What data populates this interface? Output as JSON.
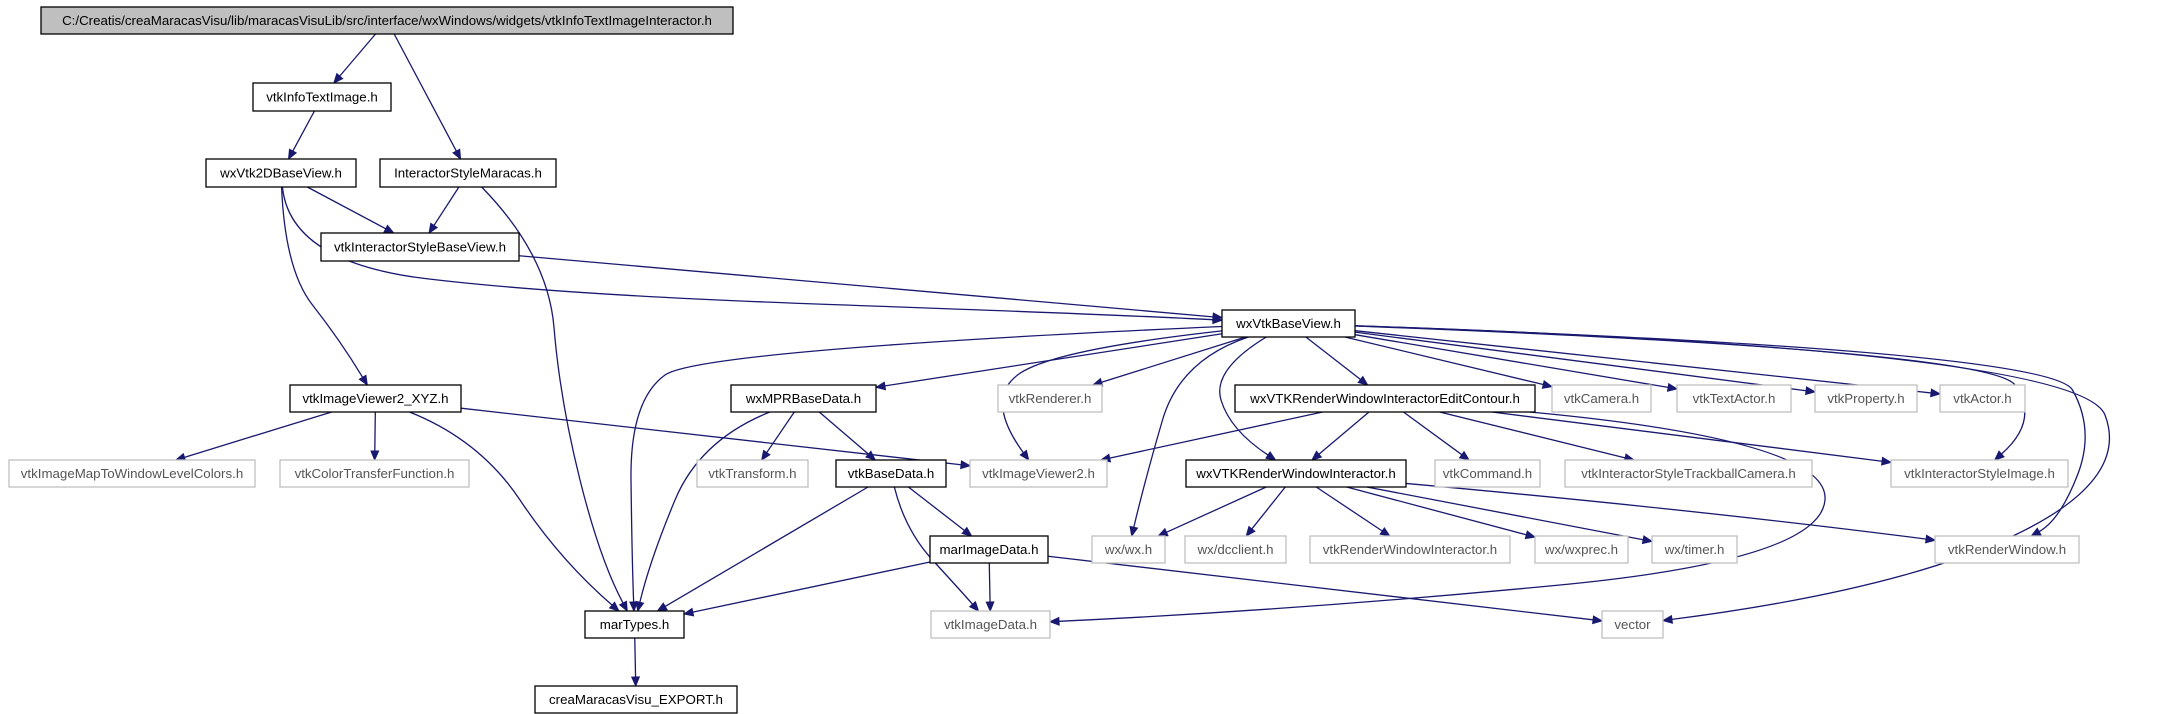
{
  "colors": {
    "edge": "#191970",
    "root_fill": "#bfbfbf",
    "root_stroke": "#000000",
    "local_stroke": "#000000",
    "external_stroke": "#bfbfbf",
    "local_text": "#000000",
    "external_text": "#555555"
  },
  "nodes": [
    {
      "id": "root",
      "label": "C:/Creatis/creaMaracasVisu/lib/maracasVisuLib/src/interface/wxWindows/widgets/vtkInfoTextImageInteractor.h",
      "kind": "root"
    },
    {
      "id": "vtkInfoTextImage",
      "label": "vtkInfoTextImage.h",
      "kind": "local"
    },
    {
      "id": "wxVtk2DBaseView",
      "label": "wxVtk2DBaseView.h",
      "kind": "local"
    },
    {
      "id": "InteractorStyleMaracas",
      "label": "InteractorStyleMaracas.h",
      "kind": "local"
    },
    {
      "id": "vtkInteractorStyleBaseView",
      "label": "vtkInteractorStyleBaseView.h",
      "kind": "local"
    },
    {
      "id": "wxVtkBaseView",
      "label": "wxVtkBaseView.h",
      "kind": "local"
    },
    {
      "id": "vtkImageViewer2_XYZ",
      "label": "vtkImageViewer2_XYZ.h",
      "kind": "local"
    },
    {
      "id": "wxMPRBaseData",
      "label": "wxMPRBaseData.h",
      "kind": "local"
    },
    {
      "id": "vtkRenderer",
      "label": "vtkRenderer.h",
      "kind": "external"
    },
    {
      "id": "wxVTKRenderWindowInteractorEditContour",
      "label": "wxVTKRenderWindowInteractorEditContour.h",
      "kind": "local"
    },
    {
      "id": "vtkCamera",
      "label": "vtkCamera.h",
      "kind": "external"
    },
    {
      "id": "vtkTextActor",
      "label": "vtkTextActor.h",
      "kind": "external"
    },
    {
      "id": "vtkProperty",
      "label": "vtkProperty.h",
      "kind": "external"
    },
    {
      "id": "vtkActor",
      "label": "vtkActor.h",
      "kind": "external"
    },
    {
      "id": "vtkImageMapToWindowLevelColors",
      "label": "vtkImageMapToWindowLevelColors.h",
      "kind": "external"
    },
    {
      "id": "vtkColorTransferFunction",
      "label": "vtkColorTransferFunction.h",
      "kind": "external"
    },
    {
      "id": "vtkTransform",
      "label": "vtkTransform.h",
      "kind": "external"
    },
    {
      "id": "vtkBaseData",
      "label": "vtkBaseData.h",
      "kind": "local"
    },
    {
      "id": "vtkImageViewer2",
      "label": "vtkImageViewer2.h",
      "kind": "external"
    },
    {
      "id": "wxVTKRenderWindowInteractor",
      "label": "wxVTKRenderWindowInteractor.h",
      "kind": "local"
    },
    {
      "id": "vtkCommand",
      "label": "vtkCommand.h",
      "kind": "external"
    },
    {
      "id": "vtkInteractorStyleTrackballCamera",
      "label": "vtkInteractorStyleTrackballCamera.h",
      "kind": "external"
    },
    {
      "id": "vtkInteractorStyleImage",
      "label": "vtkInteractorStyleImage.h",
      "kind": "external"
    },
    {
      "id": "marImageData",
      "label": "marImageData.h",
      "kind": "local"
    },
    {
      "id": "wxwx",
      "label": "wx/wx.h",
      "kind": "external"
    },
    {
      "id": "wxdcclient",
      "label": "wx/dcclient.h",
      "kind": "external"
    },
    {
      "id": "vtkRenderWindowInteractor",
      "label": "vtkRenderWindowInteractor.h",
      "kind": "external"
    },
    {
      "id": "wxwxprec",
      "label": "wx/wxprec.h",
      "kind": "external"
    },
    {
      "id": "wxtimer",
      "label": "wx/timer.h",
      "kind": "external"
    },
    {
      "id": "vtkRenderWindow",
      "label": "vtkRenderWindow.h",
      "kind": "external"
    },
    {
      "id": "marTypes",
      "label": "marTypes.h",
      "kind": "local"
    },
    {
      "id": "vtkImageData",
      "label": "vtkImageData.h",
      "kind": "external"
    },
    {
      "id": "vector",
      "label": "vector",
      "kind": "external"
    },
    {
      "id": "creaMaracasVisu_EXPORT",
      "label": "creaMaracasVisu_EXPORT.h",
      "kind": "local"
    }
  ],
  "edges": [
    {
      "from": "root",
      "to": "vtkInfoTextImage"
    },
    {
      "from": "root",
      "to": "InteractorStyleMaracas"
    },
    {
      "from": "vtkInfoTextImage",
      "to": "wxVtk2DBaseView"
    },
    {
      "from": "wxVtk2DBaseView",
      "to": "vtkInteractorStyleBaseView"
    },
    {
      "from": "wxVtk2DBaseView",
      "to": "wxVtkBaseView"
    },
    {
      "from": "wxVtk2DBaseView",
      "to": "vtkImageViewer2_XYZ"
    },
    {
      "from": "InteractorStyleMaracas",
      "to": "vtkInteractorStyleBaseView"
    },
    {
      "from": "InteractorStyleMaracas",
      "to": "marTypes"
    },
    {
      "from": "vtkInteractorStyleBaseView",
      "to": "wxVtkBaseView"
    },
    {
      "from": "wxVtkBaseView",
      "to": "marTypes"
    },
    {
      "from": "wxVtkBaseView",
      "to": "wxMPRBaseData"
    },
    {
      "from": "wxVtkBaseView",
      "to": "vtkImageViewer2"
    },
    {
      "from": "wxVtkBaseView",
      "to": "vtkRenderer"
    },
    {
      "from": "wxVtkBaseView",
      "to": "wxwx"
    },
    {
      "from": "wxVtkBaseView",
      "to": "wxVTKRenderWindowInteractor"
    },
    {
      "from": "wxVtkBaseView",
      "to": "wxVTKRenderWindowInteractorEditContour"
    },
    {
      "from": "wxVtkBaseView",
      "to": "vtkCamera"
    },
    {
      "from": "wxVtkBaseView",
      "to": "vtkTextActor"
    },
    {
      "from": "wxVtkBaseView",
      "to": "vtkProperty"
    },
    {
      "from": "wxVtkBaseView",
      "to": "vtkActor"
    },
    {
      "from": "wxVtkBaseView",
      "to": "vtkInteractorStyleImage"
    },
    {
      "from": "wxVtkBaseView",
      "to": "vtkRenderWindow"
    },
    {
      "from": "wxVtkBaseView",
      "to": "vector"
    },
    {
      "from": "vtkImageViewer2_XYZ",
      "to": "vtkImageMapToWindowLevelColors"
    },
    {
      "from": "vtkImageViewer2_XYZ",
      "to": "vtkColorTransferFunction"
    },
    {
      "from": "vtkImageViewer2_XYZ",
      "to": "vtkImageViewer2"
    },
    {
      "from": "vtkImageViewer2_XYZ",
      "to": "marTypes"
    },
    {
      "from": "wxMPRBaseData",
      "to": "vtkTransform"
    },
    {
      "from": "wxMPRBaseData",
      "to": "vtkBaseData"
    },
    {
      "from": "wxMPRBaseData",
      "to": "marTypes"
    },
    {
      "from": "vtkBaseData",
      "to": "marTypes"
    },
    {
      "from": "vtkBaseData",
      "to": "marImageData"
    },
    {
      "from": "vtkBaseData",
      "to": "vtkImageData"
    },
    {
      "from": "marImageData",
      "to": "marTypes"
    },
    {
      "from": "marImageData",
      "to": "vtkImageData"
    },
    {
      "from": "marImageData",
      "to": "vector"
    },
    {
      "from": "wxVTKRenderWindowInteractorEditContour",
      "to": "vtkImageViewer2"
    },
    {
      "from": "wxVTKRenderWindowInteractorEditContour",
      "to": "wxVTKRenderWindowInteractor"
    },
    {
      "from": "wxVTKRenderWindowInteractorEditContour",
      "to": "vtkCommand"
    },
    {
      "from": "wxVTKRenderWindowInteractorEditContour",
      "to": "vtkInteractorStyleTrackballCamera"
    },
    {
      "from": "wxVTKRenderWindowInteractorEditContour",
      "to": "vtkInteractorStyleImage"
    },
    {
      "from": "wxVTKRenderWindowInteractorEditContour",
      "to": "vtkImageData"
    },
    {
      "from": "wxVTKRenderWindowInteractor",
      "to": "wxwx"
    },
    {
      "from": "wxVTKRenderWindowInteractor",
      "to": "wxdcclient"
    },
    {
      "from": "wxVTKRenderWindowInteractor",
      "to": "vtkRenderWindowInteractor"
    },
    {
      "from": "wxVTKRenderWindowInteractor",
      "to": "wxwxprec"
    },
    {
      "from": "wxVTKRenderWindowInteractor",
      "to": "wxtimer"
    },
    {
      "from": "wxVTKRenderWindowInteractor",
      "to": "vtkRenderWindow"
    },
    {
      "from": "marTypes",
      "to": "creaMaracasVisu_EXPORT"
    }
  ]
}
